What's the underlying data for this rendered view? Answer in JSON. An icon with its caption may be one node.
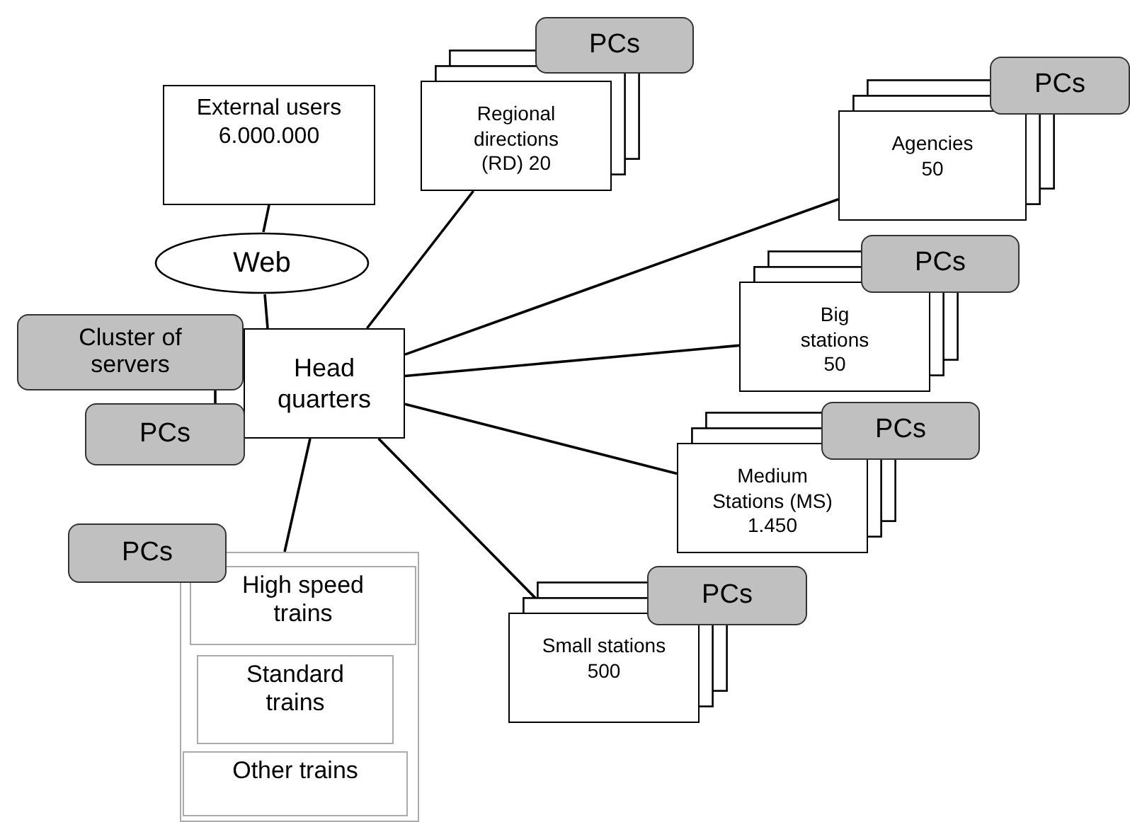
{
  "diagram": {
    "nodes": [
      {
        "text": [
          "External users 6.000.000"
        ]
      },
      {
        "text": [
          "PCs"
        ]
      },
      {
        "text": [
          "Regional directions (RD) 20"
        ]
      },
      {
        "text": [
          "PCs"
        ]
      },
      {
        "text": [
          "Agencies 50"
        ]
      },
      {
        "text": [
          "Web"
        ]
      },
      {
        "text": [
          "PCs"
        ]
      },
      {
        "text": [
          "Big stations 50"
        ]
      },
      {
        "text": [
          "Cluster of servers"
        ]
      },
      {
        "text": [
          "Head quarters"
        ]
      },
      {
        "text": [
          "PCs"
        ]
      },
      {
        "text": [
          "PCs"
        ]
      },
      {
        "text": [
          "Medium Stations (MS) 1.450"
        ]
      },
      {
        "text": [
          "PCs"
        ]
      },
      {
        "text": [],
        "shape": "box"
      },
      {
        "text": [
          "High speed trains"
        ],
        "in": 14
      },
      {
        "text": [
          "Standard trains"
        ],
        "in": 14
      },
      {
        "text": [
          "PCs"
        ]
      },
      {
        "text": [
          "Small stations 500"
        ]
      },
      {
        "text": [
          "Other trains"
        ],
        "in": 14
      }
    ],
    "edges": [
      {
        "from": 0,
        "to": 5,
        "arrow": "none"
      },
      {
        "from": 5,
        "to": 9,
        "arrow": "none"
      },
      {
        "from": 9,
        "to": 2,
        "arrow": "none"
      },
      {
        "from": 9,
        "to": 4,
        "arrow": "none"
      },
      {
        "from": 9,
        "to": 7,
        "arrow": "none"
      },
      {
        "from": 9,
        "to": 12,
        "arrow": "none"
      },
      {
        "from": 9,
        "to": 18,
        "arrow": "none"
      },
      {
        "from": 9,
        "to": 14,
        "arrow": "none"
      },
      {
        "from": 8,
        "to": 10,
        "arrow": "none"
      }
    ]
  }
}
